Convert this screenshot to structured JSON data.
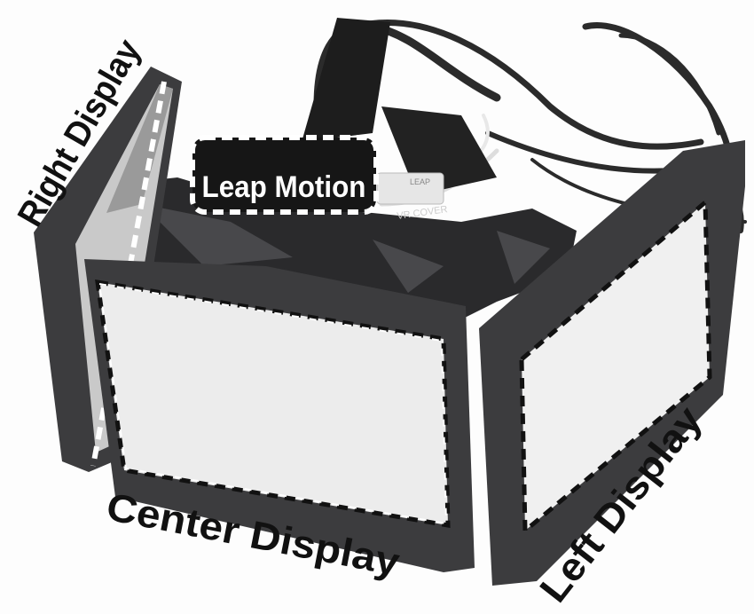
{
  "labels": {
    "right_display": "Right Display",
    "leap_motion": "Leap Motion",
    "center_display": "Center Display",
    "left_display": "Left Display"
  },
  "device_text": {
    "vr_cover": "VR COVER",
    "leap": "LEAP"
  },
  "colors": {
    "frame": "#3c3c3e",
    "screen": "#eeeeee",
    "tape": "#2a2a2c",
    "label_text": "#111111"
  }
}
